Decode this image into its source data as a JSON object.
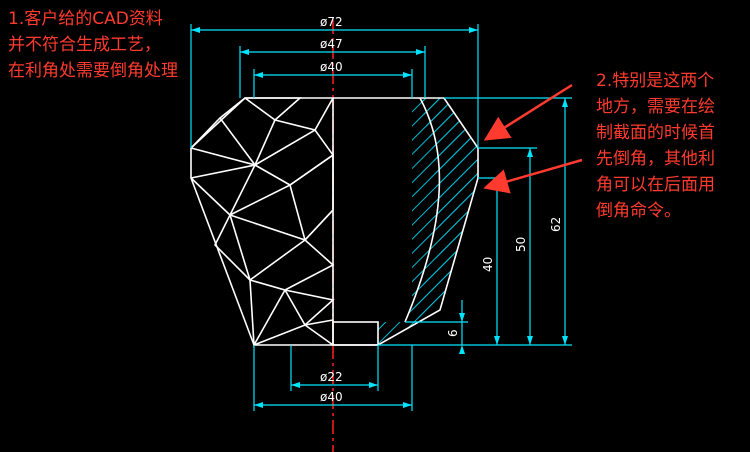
{
  "annotations": {
    "left_note": [
      "1.客户给的CAD资料",
      "并不符合生成工艺，",
      "在利角处需要倒角处理"
    ],
    "right_note": [
      "2.特别是这两个",
      "地方，需要在绘",
      "制截面的时候首",
      "先倒角，其他利",
      "角可以在后面用",
      "倒角命令。"
    ]
  },
  "dimensions": {
    "d72": "ø72",
    "d47": "ø47",
    "d40_top": "ø40",
    "d22": "ø22",
    "d40_bottom": "ø40",
    "h62": "62",
    "h50": "50",
    "h40": "40",
    "h6": "6"
  },
  "colors": {
    "background": "#000000",
    "dimension_line": "#00e5ff",
    "outline": "#ffffff",
    "centerline": "#ff2020",
    "hatch": "#00bcd4",
    "annotation": "#ff3b2f"
  }
}
